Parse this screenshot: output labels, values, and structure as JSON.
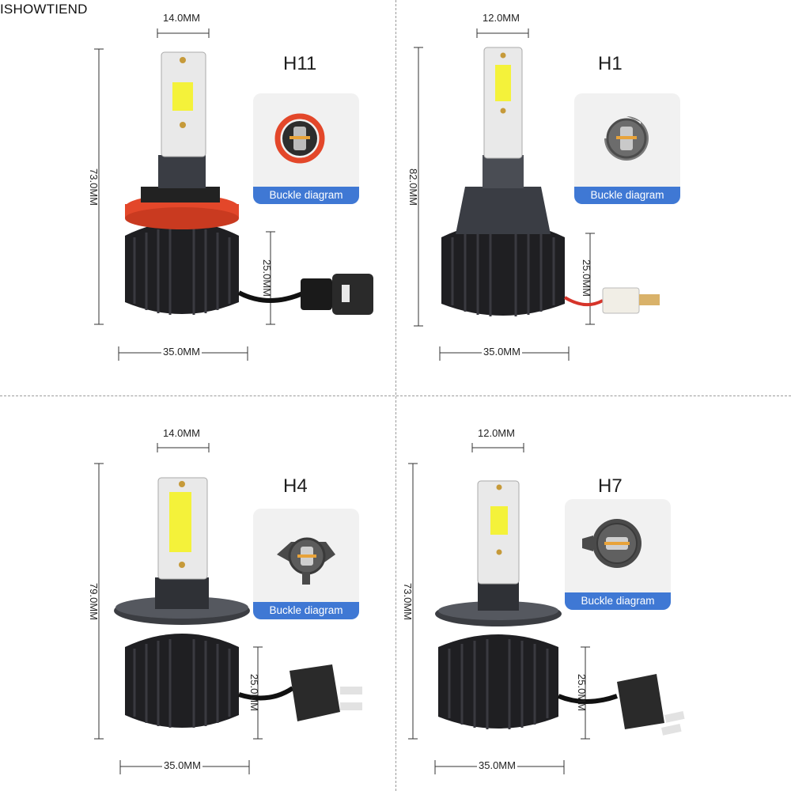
{
  "brand": "ISHOWTIEND",
  "badge_label": "Buckle diagram",
  "panels": [
    {
      "model": "H11",
      "top_width": "14.0MM",
      "height": "73.0MM",
      "base_height": "25.0MM",
      "base_width": "35.0MM"
    },
    {
      "model": "H1",
      "top_width": "12.0MM",
      "height": "82.0MM",
      "base_height": "25.0MM",
      "base_width": "35.0MM"
    },
    {
      "model": "H4",
      "top_width": "14.0MM",
      "height": "79.0MM",
      "base_height": "25.0MM",
      "base_width": "35.0MM"
    },
    {
      "model": "H7",
      "top_width": "12.0MM",
      "height": "73.0MM",
      "base_height": "25.0MM",
      "base_width": "35.0MM"
    }
  ],
  "colors": {
    "badge": "#3f78d4",
    "h11_flange": "#e3472a",
    "led_yellow": "#f4f23a",
    "heatsink": "#1f1f22",
    "card_bg": "#f1f1f1"
  }
}
